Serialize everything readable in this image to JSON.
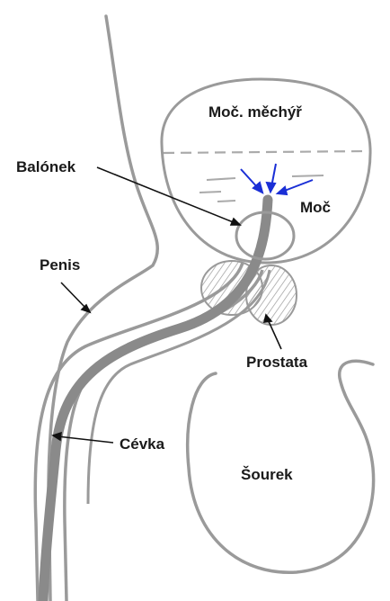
{
  "labels": {
    "bladder": "Moč. měchýř",
    "balloon": "Balónek",
    "urine": "Moč",
    "penis": "Penis",
    "prostate": "Prostata",
    "catheter": "Cévka",
    "scrotum": "Šourek"
  },
  "colors": {
    "outline": "#9a9a9a",
    "tube": "#8a8a8a",
    "arrow": "#111111",
    "flow_arrow": "#1a2fd6",
    "text": "#1a1a1a"
  }
}
